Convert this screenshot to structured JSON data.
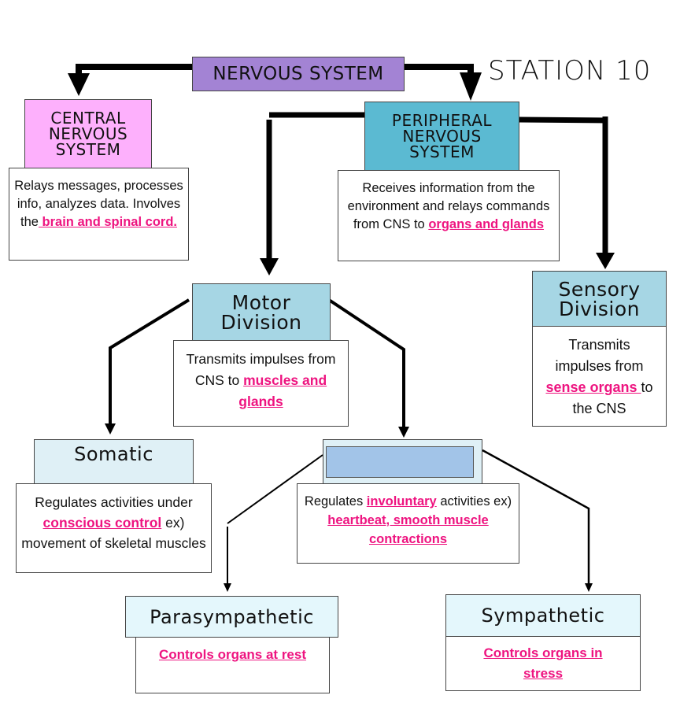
{
  "station_label": "STATION 10",
  "colors": {
    "nervous_system": "#a383d4",
    "cns": "#fdb0fc",
    "pns": "#5bbad2",
    "division": "#a6d6e4",
    "subdivision": "#dff0f6",
    "subsub": "#e4f7fc",
    "hidden_answer": "#a2c4e8",
    "highlight_text": "#ee1480"
  },
  "nodes": {
    "nervous_system": {
      "title": "NERVOUS SYSTEM"
    },
    "cns": {
      "title_lines": [
        "CENTRAL",
        "NERVOUS",
        "SYSTEM"
      ],
      "desc_plain_1": "Relays messages, processes info, analyzes data. Involves the",
      "desc_highlight_1": " brain and  spinal cord."
    },
    "pns": {
      "title_lines": [
        "PERIPHERAL",
        "NERVOUS",
        "SYSTEM"
      ],
      "desc_plain_1": "Receives information from the environment and relays commands from CNS to ",
      "desc_highlight_1": "organs and glands"
    },
    "motor": {
      "title_lines": [
        "Motor",
        "Division"
      ],
      "desc_plain_1": "Transmits impulses from CNS to ",
      "desc_highlight_1": "muscles and  glands"
    },
    "sensory": {
      "title_lines": [
        "Sensory",
        "Division"
      ],
      "desc_plain_1": "Transmits impulses from ",
      "desc_highlight_1": "sense organs ",
      "desc_plain_2": "to the CNS"
    },
    "somatic": {
      "title": "Somatic",
      "desc_plain_1": "Regulates activities under ",
      "desc_highlight_1": "conscious control",
      "desc_plain_2": " ex) movement of skeletal muscles"
    },
    "autonomic": {
      "title": "",
      "title_hidden": true,
      "desc_plain_1": "Regulates ",
      "desc_highlight_1": "involuntary",
      "desc_plain_2": " activities ex) ",
      "desc_highlight_2": "heartbeat, smooth muscle contractions"
    },
    "parasympathetic": {
      "title": "Parasympathetic",
      "desc_highlight_1": "Controls organs at rest"
    },
    "sympathetic": {
      "title": "Sympathetic",
      "desc_highlight_1": "Controls organs in stress"
    }
  },
  "edges": [
    {
      "from": "nervous_system",
      "to": "cns"
    },
    {
      "from": "nervous_system",
      "to": "pns"
    },
    {
      "from": "pns",
      "to": "motor"
    },
    {
      "from": "pns",
      "to": "sensory"
    },
    {
      "from": "motor",
      "to": "somatic"
    },
    {
      "from": "motor",
      "to": "autonomic"
    },
    {
      "from": "autonomic",
      "to": "parasympathetic"
    },
    {
      "from": "autonomic",
      "to": "sympathetic"
    }
  ]
}
